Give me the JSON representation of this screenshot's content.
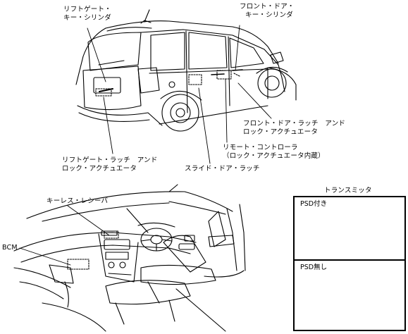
{
  "labels": {
    "liftgate_key_cylinder": [
      "リフトゲート・",
      "キー・シリンダ"
    ],
    "front_door_key_cylinder": [
      "フロント・ドア・",
      "キー・シリンダ"
    ],
    "front_door_latch_actuator": [
      "フロント・ドア・ラッチ　アンド",
      "ロック・アクチュエータ"
    ],
    "remote_controller": [
      "リモート・コントローラ",
      "（ロック・アクチュエータ内蔵）"
    ],
    "liftgate_latch_actuator": [
      "リフトゲート・ラッチ　アンド",
      "ロック・アクチュエータ"
    ],
    "slide_door_latch": "スライド・ドア・ラッチ",
    "keyless_receiver": "キーレス・レシーバ",
    "bcm": "BCM",
    "transmitter_title": "トランスミッタ",
    "psd_with": "PSD付き",
    "psd_without": "PSD無し"
  }
}
